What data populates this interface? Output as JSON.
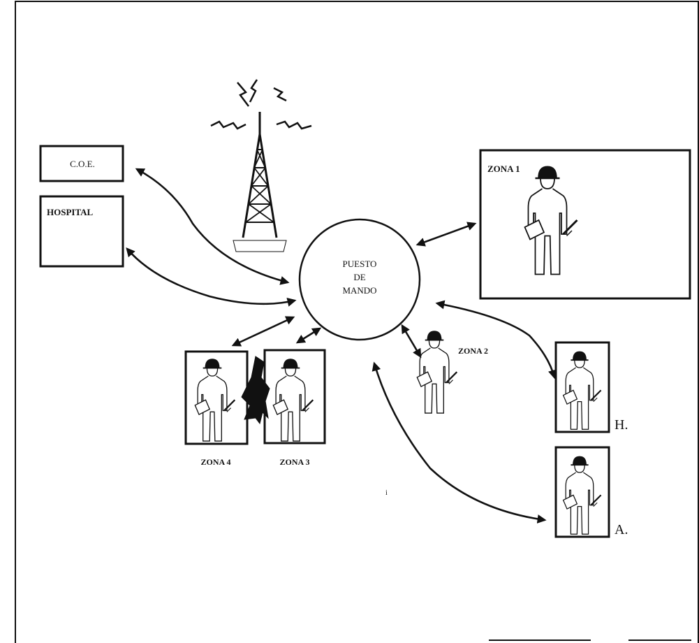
{
  "title": "",
  "nodes": {
    "coe": "C.O.E.",
    "hospital": "HOSPITAL",
    "puesto": [
      "PUESTO",
      "DE",
      "MANDO"
    ],
    "zona1": "ZONA  1",
    "zona2": "ZONA 2",
    "zona3": "ZONA 3",
    "zona4": "ZONA 4",
    "h_label": "H.",
    "a_label": "A.",
    "stray_mark": "i"
  },
  "colors": {
    "ink": "#111111",
    "paper": "#ffffff"
  },
  "icons": [
    "radio-tower-icon",
    "worker-icon"
  ]
}
